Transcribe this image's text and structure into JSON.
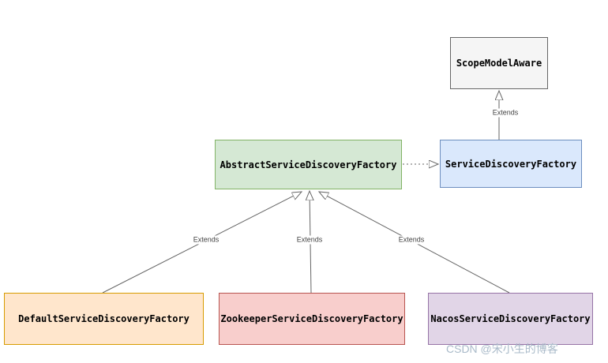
{
  "nodes": {
    "scope_model_aware": {
      "label": "ScopeModelAware",
      "fill": "#f5f5f5",
      "stroke": "#666666"
    },
    "service_discovery_factory": {
      "label": "ServiceDiscoveryFactory",
      "fill": "#dae8fc",
      "stroke": "#6c8ebf"
    },
    "abstract_service_discovery_factory": {
      "label": "AbstractServiceDiscoveryFactory",
      "fill": "#d5e8d4",
      "stroke": "#82b366"
    },
    "default_service_discovery_factory": {
      "label": "DefaultServiceDiscoveryFactory",
      "fill": "#ffe6cc",
      "stroke": "#d79b00"
    },
    "zookeeper_service_discovery_factory": {
      "label": "ZookeeperServiceDiscoveryFactory",
      "fill": "#f8cecc",
      "stroke": "#b85450"
    },
    "nacos_service_discovery_factory": {
      "label": "NacosServiceDiscoveryFactory",
      "fill": "#e1d5e7",
      "stroke": "#9673a6"
    }
  },
  "edge_labels": {
    "extends_top": "Extends",
    "extends_left": "Extends",
    "extends_middle": "Extends",
    "extends_right": "Extends"
  },
  "line_color": "#666666",
  "watermark": "CSDN @宋小生的博客"
}
